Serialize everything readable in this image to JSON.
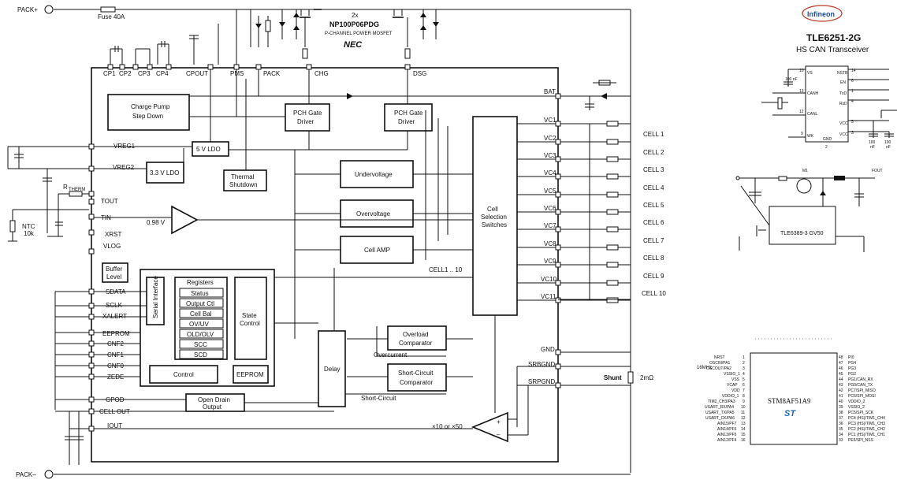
{
  "top": {
    "pack_plus": "PACK+",
    "fuse": "Fuse 40A",
    "mosfet_count": "2x",
    "mosfet_part": "NP100P06PDG",
    "mosfet_desc": "P-CHANNEL POWER MOSFET",
    "nec": "NEC"
  },
  "pins_top": [
    "CP1",
    "CP2",
    "CP3",
    "CP4",
    "CPOUT",
    "PMS",
    "PACK",
    "CHG",
    "DSG"
  ],
  "blocks": {
    "charge_pump": [
      "Charge Pump",
      "Step Down"
    ],
    "ldo5": "5 V LDO",
    "ldo33": "3.3 V LDO",
    "thermal": [
      "Thermal",
      "Shutdown"
    ],
    "pch_gate_1": [
      "PCH Gate",
      "Driver"
    ],
    "pch_gate_2": [
      "PCH Gate",
      "Driver"
    ],
    "undervoltage": "Undervoltage",
    "overvoltage": "Overvoltage",
    "cell_amp": "Cell AMP",
    "cell_select": [
      "Cell",
      "Selection",
      "Switches"
    ],
    "buffer": [
      "Buffer",
      "Level"
    ],
    "serial": "Serial Interface",
    "registers_title": "Registers",
    "registers": [
      "Status",
      "Output Ctl",
      "Cell Bal",
      "OV/UV",
      "OLD/OLV",
      "SCC",
      "SCD"
    ],
    "state_control": [
      "State",
      "Control"
    ],
    "control": "Control",
    "eeprom": "EEPROM",
    "delay": "Delay",
    "overload": [
      "Overload",
      "Comparator"
    ],
    "short_circuit": [
      "Short-Circuit",
      "Comparator"
    ],
    "open_drain": [
      "Open Drain",
      "Output"
    ],
    "ref_098": "0.98 V"
  },
  "left_pins": {
    "vreg1": "VREG1",
    "vreg2": "VREG2",
    "rtherm": "THERM",
    "rtherm_prefix": "R",
    "tout": "TOUT",
    "tin": "TIN",
    "ntc": [
      "NTC",
      "10k"
    ],
    "xrst": "XRST",
    "vlog": "VLOG",
    "sdata": "SDATA",
    "sclk": "SCLK",
    "xalert": "XALERT",
    "eeprom": "EEPROM",
    "cnf2": "CNF2",
    "cnf1": "CNF1",
    "cnf0": "CNF0",
    "zede": "ZEDE",
    "gpod": "GPOD",
    "cell_out": "CELL OUT",
    "iout": "IOUT"
  },
  "right_pins": {
    "bat": "BAT",
    "vc": [
      "VC1",
      "VC2",
      "VC3",
      "VC4",
      "VC5",
      "VC6",
      "VC7",
      "VC8",
      "VC9",
      "VC10",
      "VC11"
    ],
    "gnd": "GND",
    "srbgnd": "SRBGND",
    "srpgnd": "SRPGND"
  },
  "cells": [
    "CELL 1",
    "CELL 2",
    "CELL 3",
    "CELL 4",
    "CELL 5",
    "CELL 6",
    "CELL 7",
    "CELL 8",
    "CELL 9",
    "CELL 10"
  ],
  "misc": {
    "cell_bus": "CELL1 .. 10",
    "overcurrent": "Overcurrent",
    "short_circuit_lbl": "Short-Circuit",
    "shunt": "Shunt",
    "shunt_val": "2mΩ",
    "gain": "×10 or ×50",
    "pack_minus": "PACK–",
    "plus": "+",
    "minus": "–"
  },
  "infineon": {
    "logo": "Infineon",
    "part": "TLE6251-2G",
    "desc": "HS CAN Transceiver",
    "pins_left": [
      "VS",
      "CANH",
      "CANL",
      "WK"
    ],
    "pins_right": [
      "NSTB",
      "EN",
      "TxD",
      "RxD",
      "VCC",
      "VCC"
    ],
    "nums_left": [
      "10",
      "13",
      "12",
      "9"
    ],
    "nums_right": [
      "14",
      "6",
      "1",
      "4",
      "5",
      "3"
    ],
    "gnd": "GND",
    "gnd_num": "2",
    "cap": "100 nF",
    "caps_right": [
      "100",
      "nF",
      "100",
      "nF"
    ]
  },
  "tle6389": {
    "part": "TLE6389-3 GV50",
    "m1": "M1",
    "fout": "FOUT"
  },
  "stm8": {
    "part": "STM8AF51A9",
    "logo": "ST",
    "freq": "16MHz",
    "left_pins": [
      "NRST",
      "OSCIN/PA1",
      "OSCOUT/PA2",
      "VSSIO_1",
      "VSS",
      "VCAP",
      "VDD",
      "VDDIO_1",
      "TIM2_CH3/PA3",
      "USART_RX/PA4",
      "USART_TX/PA5",
      "USART_CK/PA6",
      "AIN15/PF7",
      "AIN14/PF6",
      "AIN13/PF5",
      "AIN12/PF4"
    ],
    "left_nums": [
      "1",
      "2",
      "3",
      "4",
      "5",
      "6",
      "7",
      "8",
      "9",
      "10",
      "11",
      "12",
      "13",
      "14",
      "15",
      "16"
    ],
    "right_pins": [
      "PI0",
      "PG4",
      "PG3",
      "PG2",
      "PG1/CAN_RX",
      "PG0/CAN_TX",
      "PC7/SPI_MISO",
      "PC6/SPI_MOSI",
      "VDDIO_2",
      "VSSIO_2",
      "PC5/SPI_SCK",
      "PC4 (HS)/TIM1_CH4",
      "PC3 (HS)/TIM1_CH3",
      "PC2 (HS)/TIM1_CH2",
      "PC1 (HS)/TIM1_CH1",
      "PE5/SPI_NSS"
    ],
    "right_nums": [
      "48",
      "47",
      "46",
      "45",
      "44",
      "43",
      "42",
      "41",
      "40",
      "39",
      "38",
      "37",
      "36",
      "35",
      "34",
      "33"
    ]
  }
}
